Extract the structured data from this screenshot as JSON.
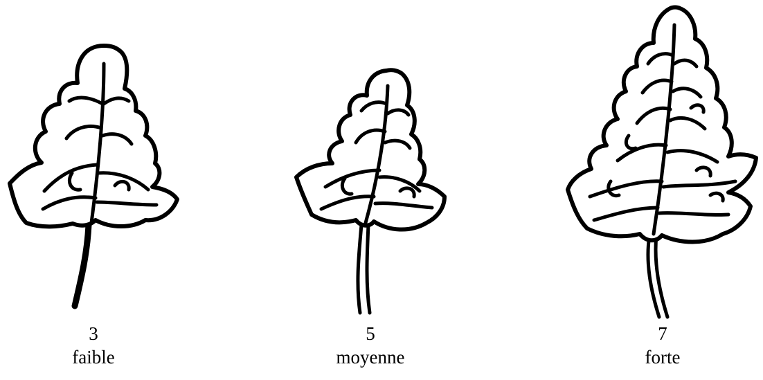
{
  "figure": {
    "items": [
      {
        "value": "3",
        "label": "faible"
      },
      {
        "value": "5",
        "label": "moyenne"
      },
      {
        "value": "7",
        "label": "forte"
      }
    ]
  },
  "icons": {
    "leaf_1": "leaf-low-incision-icon",
    "leaf_2": "leaf-medium-incision-icon",
    "leaf_3": "leaf-strong-incision-icon"
  }
}
